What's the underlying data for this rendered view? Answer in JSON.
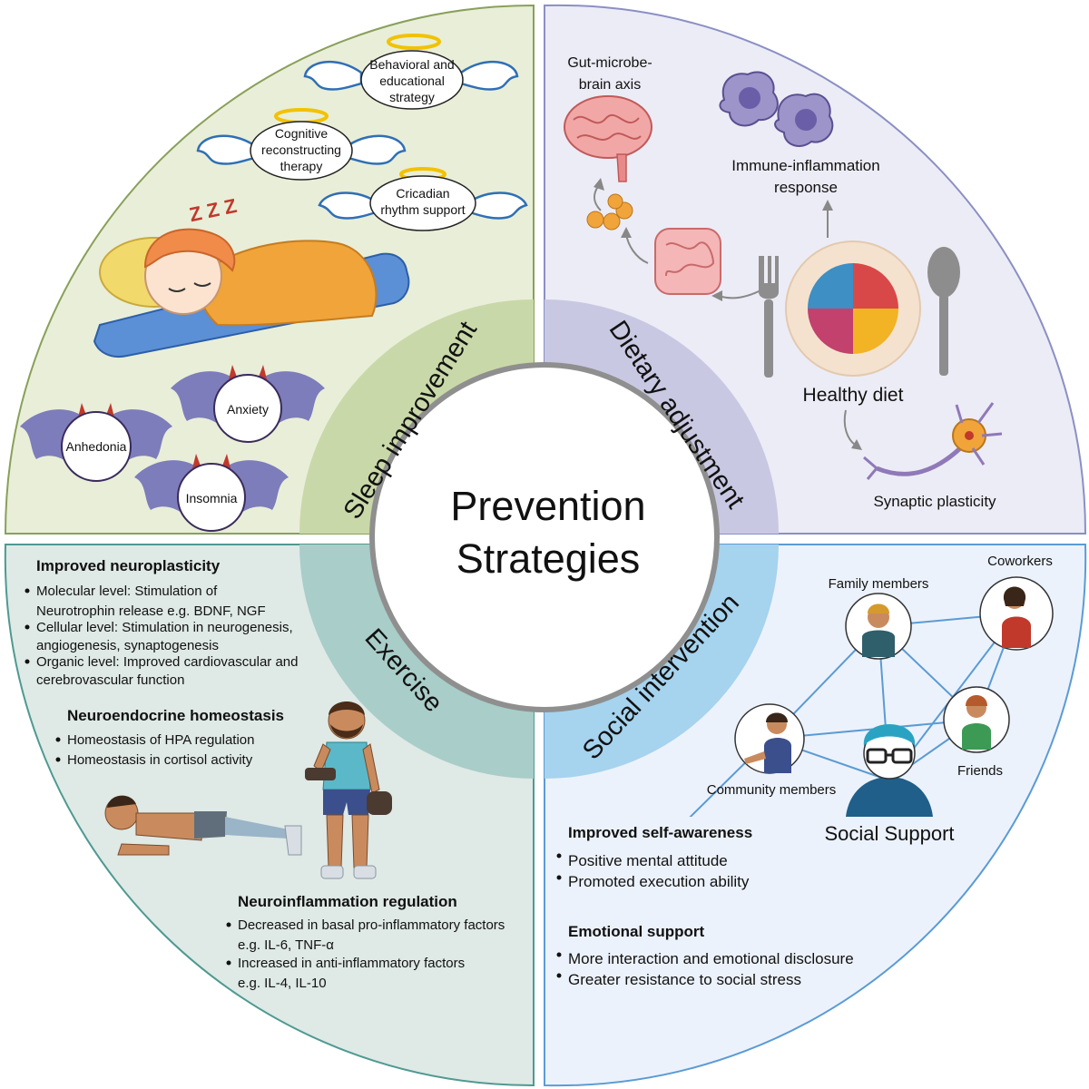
{
  "center": {
    "line1": "Prevention",
    "line2": "Strategies"
  },
  "sections": {
    "sleep": "Sleep improvement",
    "diet": "Dietary adjustment",
    "exercise": "Exercise",
    "social": "Social intervention"
  },
  "sleep_panel": {
    "strategies": [
      {
        "lines": [
          "Behavioral and",
          "educational",
          "strategy"
        ]
      },
      {
        "lines": [
          "Cognitive",
          "reconstructing",
          "therapy"
        ]
      },
      {
        "lines": [
          "Cricadian",
          "rhythm support"
        ]
      }
    ],
    "zzz": "Z Z Z",
    "symptoms": [
      "Anhedonia",
      "Anxiety",
      "Insomnia"
    ]
  },
  "diet_panel": {
    "gut_brain": [
      "Gut-microbe-",
      "brain axis"
    ],
    "immune": [
      "Immune-inflammation",
      "response"
    ],
    "healthy_diet": "Healthy diet",
    "synaptic": "Synaptic plasticity"
  },
  "exercise_panel": {
    "neuroplasticity": {
      "title": "Improved neuroplasticity",
      "bullets": [
        [
          "Molecular level: Stimulation of",
          "Neurotrophin release e.g. BDNF, NGF"
        ],
        [
          "Cellular level: Stimulation in neurogenesis,",
          "angiogenesis, synaptogenesis"
        ],
        [
          "Organic level: Improved cardiovascular and",
          "cerebrovascular function"
        ]
      ]
    },
    "neuroendocrine": {
      "title": "Neuroendocrine homeostasis",
      "bullets": [
        [
          "Homeostasis of HPA regulation"
        ],
        [
          "Homeostasis in cortisol activity"
        ]
      ]
    },
    "neuroinflammation": {
      "title": "Neuroinflammation regulation",
      "bullets": [
        [
          "Decreased in basal pro-inflammatory factors",
          "e.g. IL-6, TNF-α"
        ],
        [
          "Increased in anti-inflammatory factors",
          "e.g. IL-4, IL-10"
        ]
      ]
    }
  },
  "social_panel": {
    "nodes": {
      "family": "Family members",
      "coworkers": "Coworkers",
      "community": "Community members",
      "friends": "Friends"
    },
    "social_support": "Social Support",
    "self_awareness": {
      "title": "Improved self-awareness",
      "bullets": [
        [
          "Positive mental attitude"
        ],
        [
          "Promoted execution ability"
        ]
      ]
    },
    "emotional": {
      "title": "Emotional support",
      "bullets": [
        [
          "More interaction and emotional disclosure"
        ],
        [
          "Greater resistance to social stress"
        ]
      ]
    }
  },
  "colors": {
    "sleep_bg": "#e9eed9",
    "sleep_band": "#c9d8a8",
    "diet_bg": "#ececf6",
    "diet_band": "#c9c8e3",
    "exercise_bg": "#dfe9e6",
    "exercise_band": "#a9cdc8",
    "social_bg": "#ecf2fb",
    "social_band": "#a6d3ee"
  }
}
